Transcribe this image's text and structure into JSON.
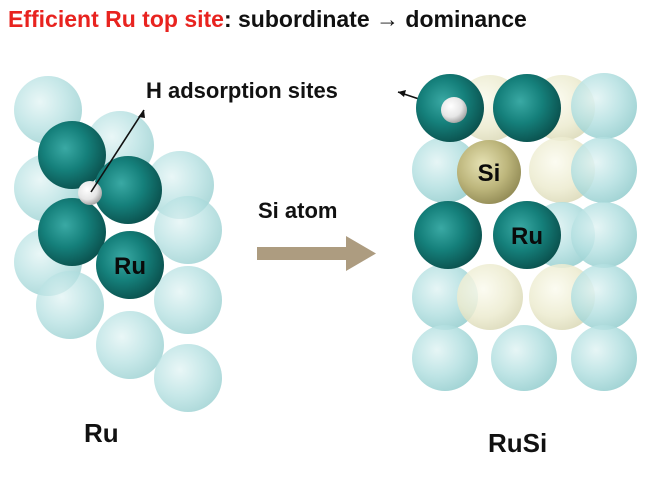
{
  "title": {
    "highlight": "Efficient Ru top site",
    "rest": ": subordinate → dominance"
  },
  "labels": {
    "h_sites": "H adsorption sites",
    "si_atom": "Si atom",
    "ru_atom": "Ru",
    "si_on_surface": "Si",
    "ru_on_surface": "Ru",
    "ru_caption": "Ru",
    "rusi_caption": "RuSi"
  },
  "colors": {
    "title_highlight": "#e8231f",
    "ru_dark": "#137a76",
    "ru_light": "#a9dede",
    "si_atom": "#b9b27a",
    "si_light": "#ecebcf",
    "arrow": "#ad9c80",
    "h_atom": "#f4f4f4"
  }
}
